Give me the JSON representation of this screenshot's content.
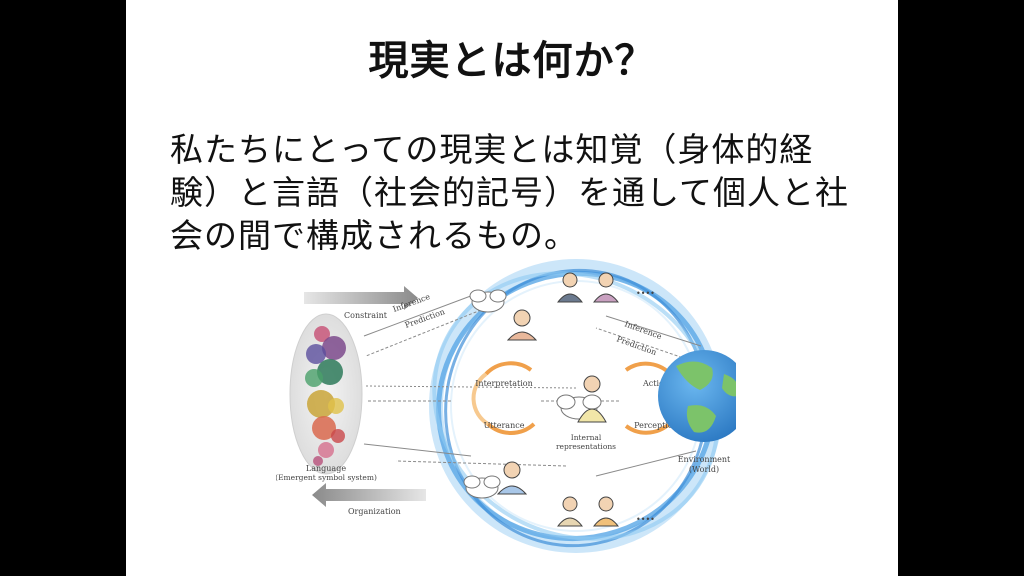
{
  "slide": {
    "title": "現実とは何か？",
    "body": "私たちにとっての現実とは知覚（身体的経験）と言語（社会的記号）を通して個人と社会の間で構成されるもの。"
  },
  "diagram": {
    "constraint": "Constraint",
    "organization": "Organization",
    "inference": "Inference",
    "prediction": "Prediction",
    "interpretation": "Interpretation",
    "utterance": "Utterance",
    "action": "Action",
    "perception": "Perception",
    "internal_line1": "Internal",
    "internal_line2": "representations",
    "language_line1": "Language",
    "language_line2": "(Emergent symbol system)",
    "environment_line1": "Environment",
    "environment_line2": "(World)",
    "ellipsis": "••••"
  },
  "colors": {
    "ring_blue": "#5aa8e6",
    "ring_light": "#bfe0f7",
    "arrow_orange": "#f0a04b",
    "arrow_gray": "#9e9e9e",
    "ocean": "#3a8fd6",
    "land": "#7cc36a"
  }
}
